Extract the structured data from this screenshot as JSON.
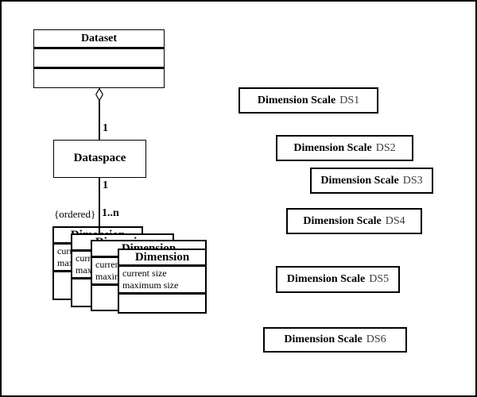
{
  "classes": {
    "dataset": {
      "name": "Dataset"
    },
    "dataspace": {
      "name": "Dataspace"
    },
    "dimension": {
      "name": "Dimension",
      "attributes": [
        "current size",
        "maximum size"
      ]
    }
  },
  "associations": {
    "dataset_dataspace": {
      "multiplicity_target": "1"
    },
    "dataspace_dimension": {
      "multiplicity_source": "1",
      "constraint": "{ordered}",
      "multiplicity_target": "1..n"
    }
  },
  "scales": [
    {
      "name": "Dimension Scale",
      "id": "DS1"
    },
    {
      "name": "Dimension Scale",
      "id": "DS2"
    },
    {
      "name": "Dimension Scale",
      "id": "DS3"
    },
    {
      "name": "Dimension Scale",
      "id": "DS4"
    },
    {
      "name": "Dimension Scale",
      "id": "DS5"
    },
    {
      "name": "Dimension Scale",
      "id": "DS6"
    }
  ],
  "colors": {
    "line": "#000000",
    "background": "#ffffff",
    "scale_id_text": "#3c3c3c"
  }
}
